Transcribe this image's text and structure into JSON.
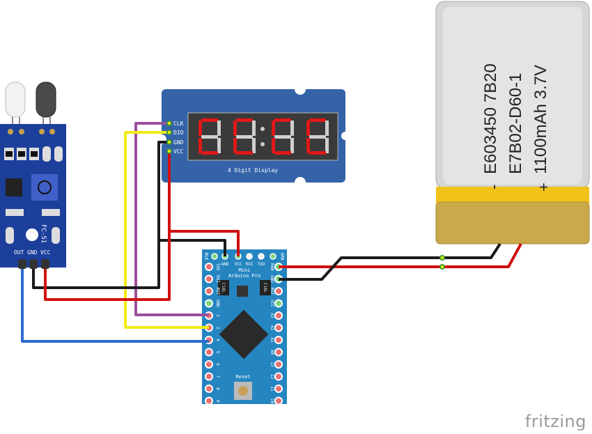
{
  "sensor": {
    "pins": [
      "OUT",
      "GND",
      "VCC"
    ],
    "model": "FC-51"
  },
  "display": {
    "pins": [
      "CLK",
      "DIO",
      "GND",
      "VCC"
    ],
    "caption": "4 Digit Display"
  },
  "arduino": {
    "title_line1": "Mini",
    "title_line2": "Arduino Pro",
    "top_pins": [
      "BLK",
      "GND",
      "VCC",
      "RXI",
      "TXO",
      "GRN"
    ],
    "left_pins": [
      "TXO",
      "RXI",
      "RST",
      "GND",
      "2",
      "3",
      "4",
      "5",
      "6",
      "7",
      "8",
      "9"
    ],
    "right_pins": [
      "RAW",
      "GND",
      "RST",
      "VCC",
      "A3",
      "A2",
      "A1",
      "A0",
      "13",
      "12",
      "11",
      "10"
    ],
    "reset_label": "Reset",
    "cap_label": "C10L"
  },
  "battery": {
    "line1": "E603450 7B20",
    "line2": "E7B02-D60-1",
    "line3": "1100mAh 3.7V",
    "minus": "-",
    "plus": "+"
  },
  "logo": "fritzing",
  "colors": {
    "wire_red": "#d01010",
    "wire_black": "#1a1a1a",
    "wire_yellow": "#f2ea1a",
    "wire_purple": "#9b4f9b",
    "wire_blue": "#2a6bd0",
    "sensor_board": "#1c3f9c",
    "display_board": "#3463a8",
    "arduino_board": "#2585c0",
    "segment_on": "#e01818"
  }
}
